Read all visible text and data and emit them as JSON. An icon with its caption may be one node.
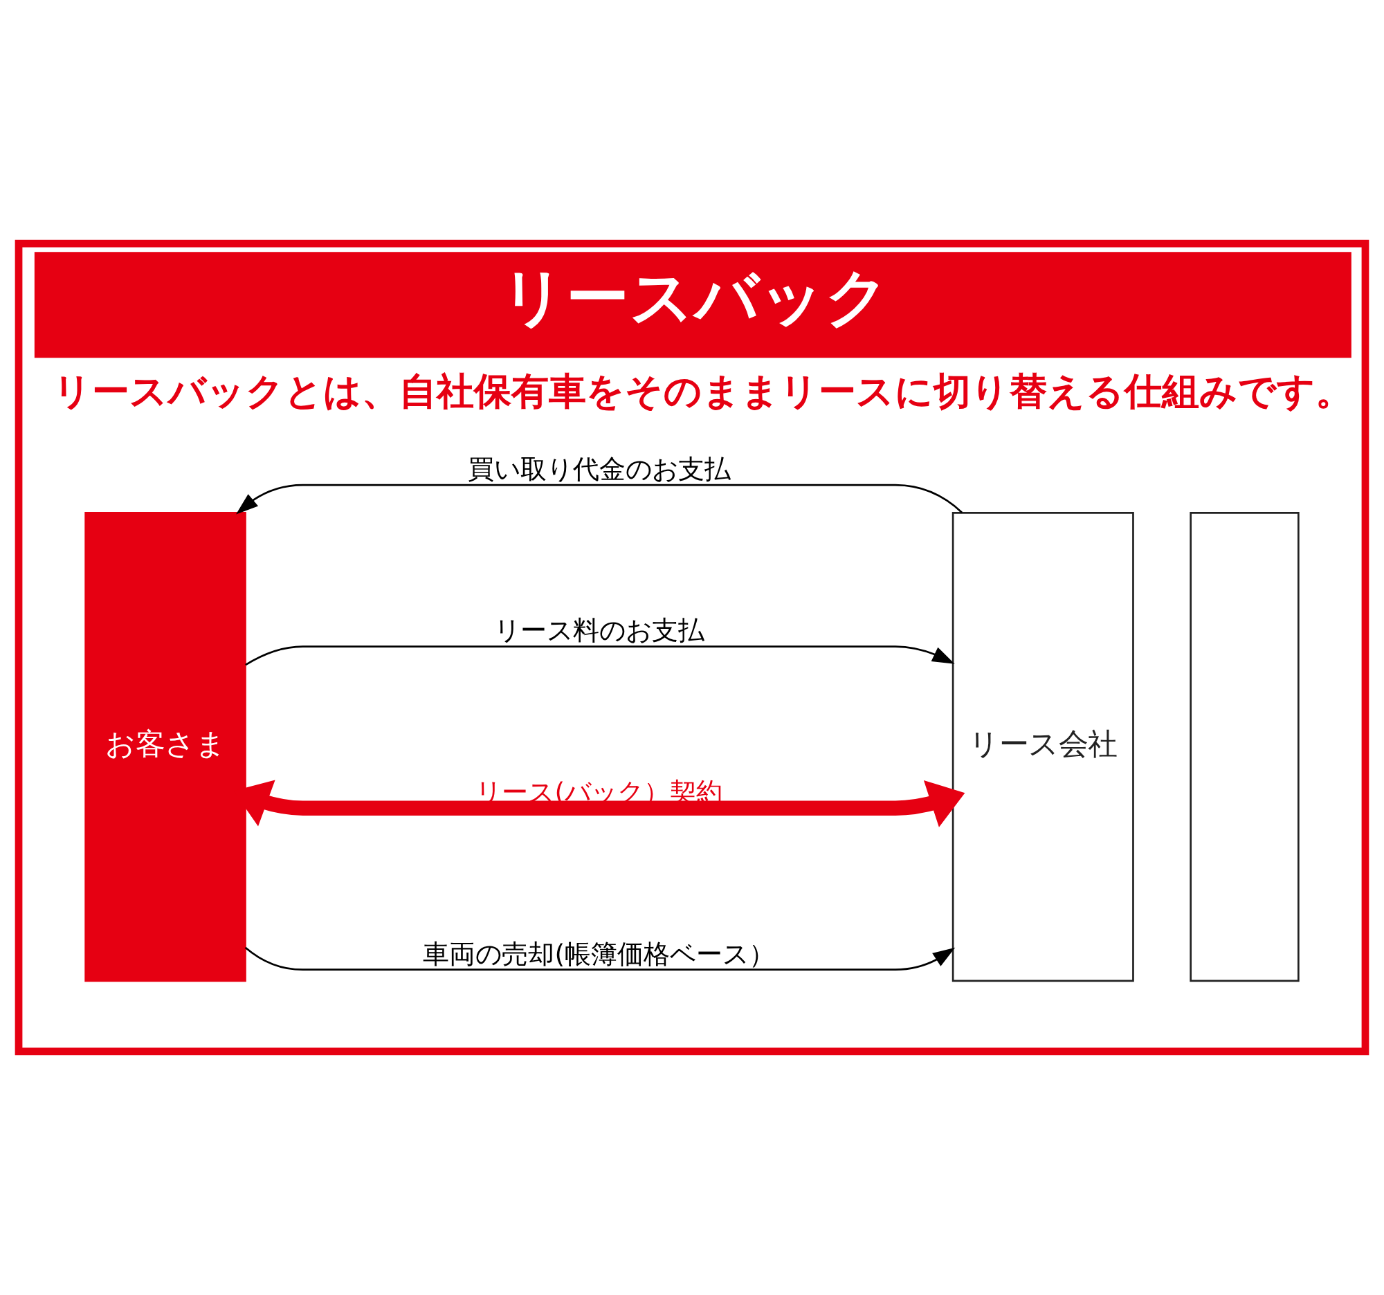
{
  "diagram": {
    "nodes": [
      {
        "text": [
          "リースバック",
          "リースバックとは、自社保有車をそのままリースに切り替える仕組みです。"
        ]
      },
      {
        "text": [
          "お客さま"
        ],
        "in": 0
      },
      {
        "text": [
          "リース会社"
        ],
        "in": 0
      },
      {
        "text": [],
        "shape": "box",
        "in": 0
      }
    ],
    "edges": [
      {
        "from": 1,
        "to": 2,
        "arrow": "to",
        "label": "車両の売却(帳簿価格ベース）"
      },
      {
        "from": 2,
        "to": 1,
        "arrow": "to",
        "label": "買い取り代金のお支払"
      },
      {
        "from": 1,
        "to": 2,
        "arrow": "both",
        "label": "リース(バック）契約",
        "style": "thick",
        "color": "#e60012"
      },
      {
        "from": 1,
        "to": 2,
        "arrow": "to",
        "label": "リース料のお支払"
      }
    ]
  }
}
